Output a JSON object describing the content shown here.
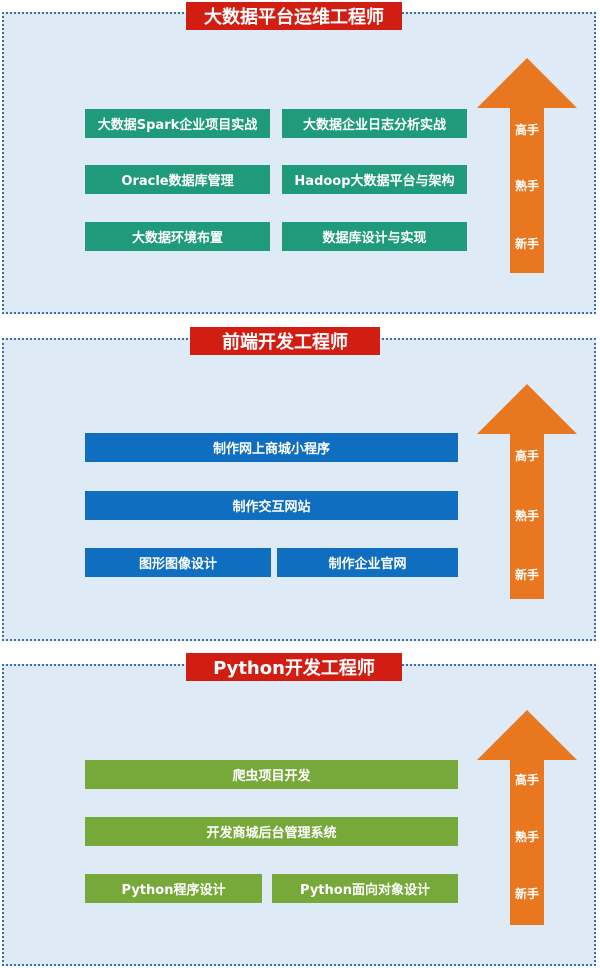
{
  "sections": [
    {
      "title": "大数据平台运维工程师",
      "boxes": [
        "大数据Spark企业项目实战",
        "大数据企业日志分析实战",
        "Oracle数据库管理",
        "Hadoop大数据平台与架构",
        "大数据环境布置",
        "数据库设计与实现"
      ],
      "levels": [
        "高手",
        "熟手",
        "新手"
      ]
    },
    {
      "title": "前端开发工程师",
      "boxes": [
        "制作网上商城小程序",
        "制作交互网站",
        "图形图像设计",
        "制作企业官网"
      ],
      "levels": [
        "高手",
        "熟手",
        "新手"
      ]
    },
    {
      "title": "Python开发工程师",
      "boxes": [
        "爬虫项目开发",
        "开发商城后台管理系统",
        "Python程序设计",
        "Python面向对象设计"
      ],
      "levels": [
        "高手",
        "熟手",
        "新手"
      ]
    }
  ],
  "colors": {
    "panel_bg": "#deebf6",
    "title_bg": "#d21d12",
    "section1_box": "#1f9b7b",
    "section2_box": "#0f6ec0",
    "section3_box": "#76a83a",
    "arrow": "#e8771f"
  }
}
